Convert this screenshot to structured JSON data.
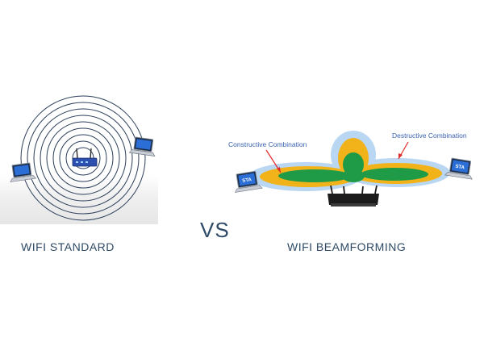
{
  "left": {
    "caption": "WIFI STANDARD"
  },
  "right": {
    "caption": "WIFI BEAMFORMING",
    "annotation_constructive": "Constructive Combination",
    "annotation_destructive": "Destructive Combination",
    "device_label": "STA"
  },
  "center": {
    "vs_text": "VS"
  },
  "colors": {
    "caption_text": "#2e4a66",
    "annotation_text": "#3a62b0",
    "arrow": "#e02a2a",
    "beam_outer": "#b9d6f2",
    "beam_mid": "#f2b21a",
    "beam_core": "#1f9a46",
    "ring_stroke": "#2c3f5a"
  },
  "icons": [
    "router-icon",
    "laptop-icon",
    "arrow-icon"
  ]
}
